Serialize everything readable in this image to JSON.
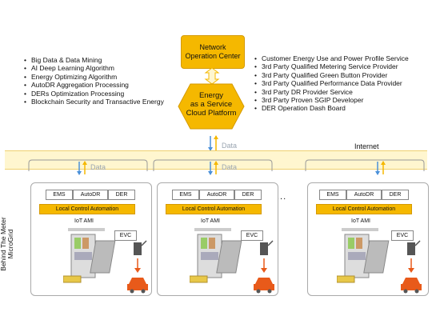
{
  "noc": {
    "label_line1": "Network",
    "label_line2": "Operation Center"
  },
  "cloud": {
    "line1": "Energy",
    "line2": "as a Service",
    "line3": "Cloud Platform"
  },
  "left_list": [
    "Big Data & Data Mining",
    "AI Deep Learning Algorithm",
    "Energy Optimizing Algorithm",
    "AutoDR Aggregation Processing",
    "DERs Optimization Processing",
    "Blockchain Security and Transactive Energy"
  ],
  "right_list": [
    "Customer Energy Use and Power Profile Service",
    "3rd Party Qualified Metering Service Provider",
    "3rd Party Qualified Green Button Provider",
    "3rd Party Qualified Performance Data Provider",
    "3rd Party DR  Provider Service",
    "3rd Party Proven SGIP Developer",
    "DER Operation Dash Board"
  ],
  "data_label": "Data",
  "internet_label": "Internet",
  "ellipsis": "...",
  "behind_meter_label_line1": "Behind The Meter",
  "behind_meter_label_line2": "MicroGrid",
  "site": {
    "ems": "EMS",
    "autodr": "AutoDR",
    "der": "DER",
    "lca": "Local Control Automation",
    "iot": "IoT AMI",
    "evc": "EVC"
  },
  "colors": {
    "accent": "#f5b800",
    "arrow_blue": "#4a90d9",
    "arrow_yellow": "#f5b800",
    "band": "#fff6cf",
    "car": "#e85a1a"
  }
}
